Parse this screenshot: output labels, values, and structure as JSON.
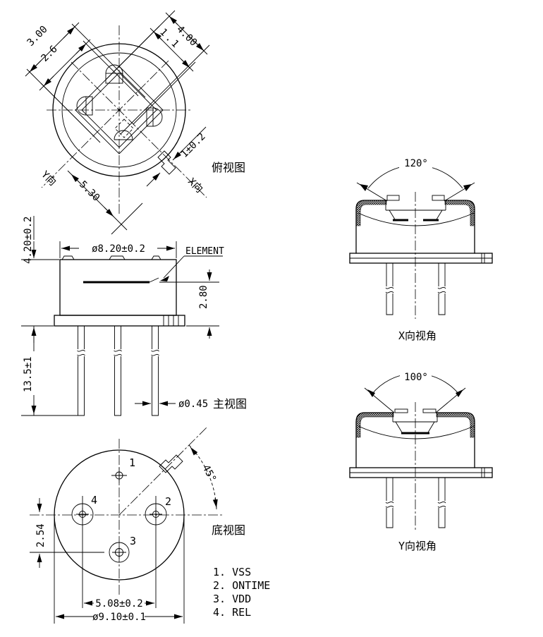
{
  "colors": {
    "line": "#000000",
    "bg": "#ffffff"
  },
  "top_view": {
    "label": "俯视图",
    "axis_y": "Y向",
    "axis_x": "X向",
    "dims": {
      "a": "3.00",
      "b": "2.6",
      "c": "4.00",
      "d": "1.1",
      "e": "5.30",
      "f": "1±0.2"
    }
  },
  "front_view": {
    "label": "主视图",
    "element": "ELEMENT",
    "dims": {
      "cap_dia": "ø8.20±0.2",
      "height": "4.20±0.2",
      "element_depth": "2.80",
      "pin_len": "13.5±1",
      "pin_dia": "ø0.45"
    }
  },
  "bottom_view": {
    "label": "底视图",
    "pins": {
      "p1": "1",
      "p2": "2",
      "p3": "3",
      "p4": "4"
    },
    "dims": {
      "row": "2.54",
      "pitch": "5.08±0.2",
      "dia": "ø9.10±0.1",
      "angle": "45°"
    }
  },
  "x_view": {
    "label": "X向视角",
    "angle": "120°"
  },
  "y_view": {
    "label": "Y向视角",
    "angle": "100°"
  },
  "pinout": {
    "items": [
      {
        "label": "1. VSS"
      },
      {
        "label": "2. ONTIME"
      },
      {
        "label": "3. VDD"
      },
      {
        "label": "4. REL"
      }
    ]
  }
}
